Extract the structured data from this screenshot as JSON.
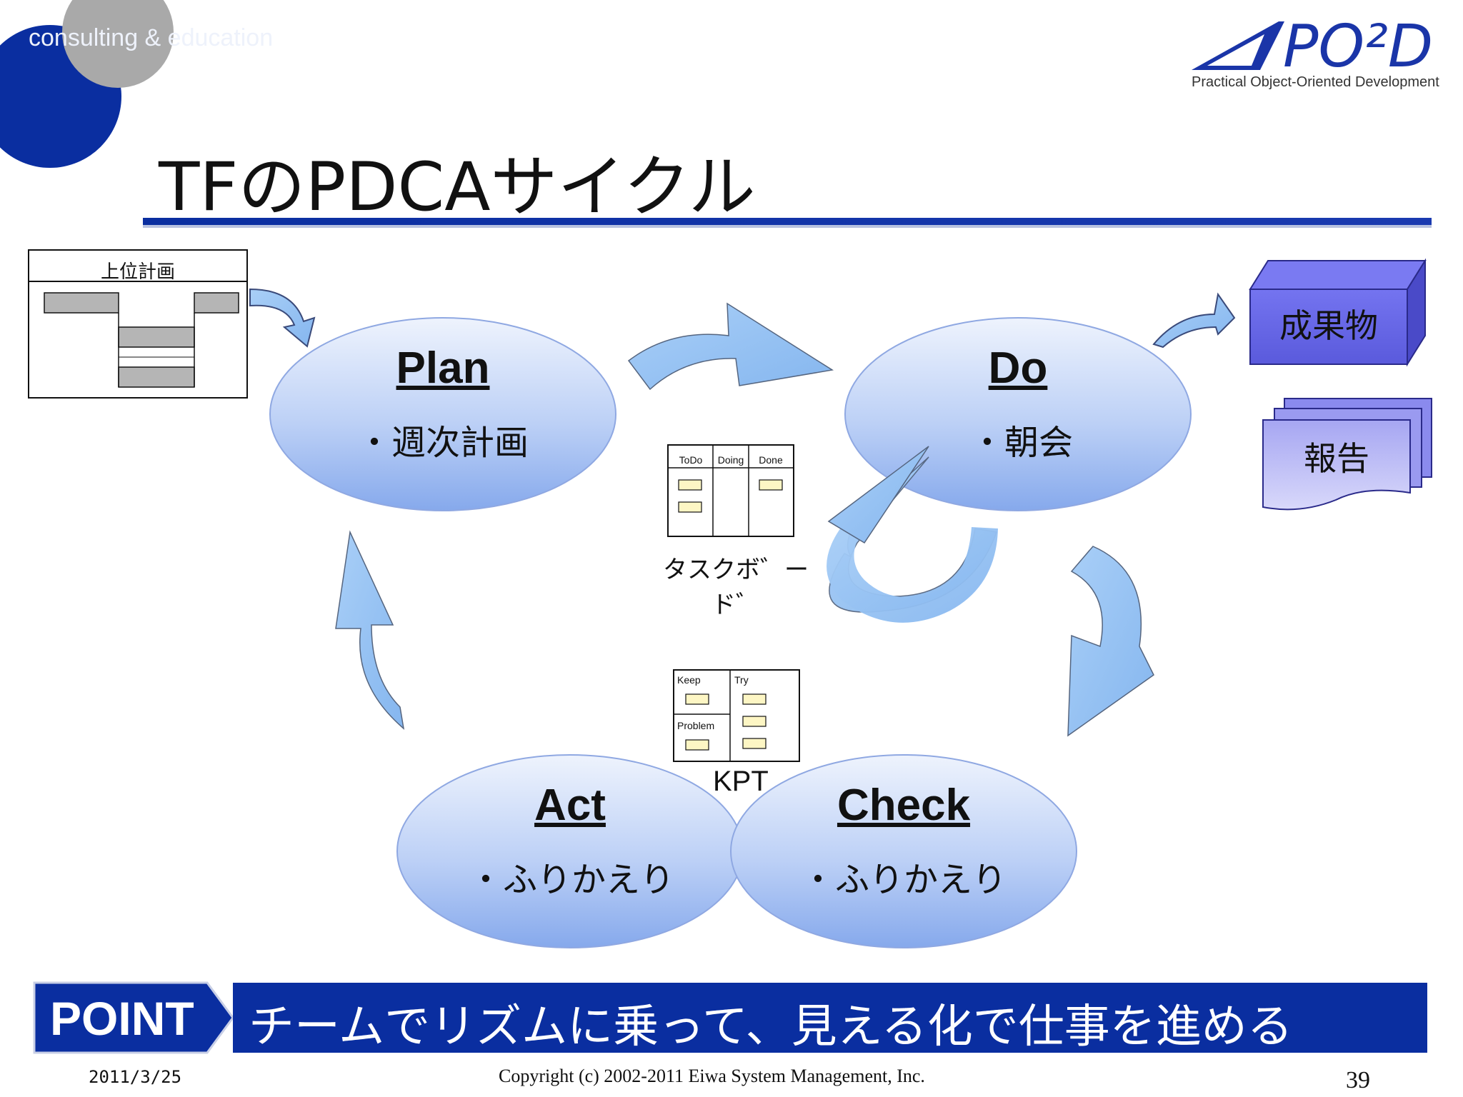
{
  "header": {
    "tagline": "consulting & education",
    "logo_text": "PO²D",
    "logo_sub": "Practical Object-Oriented Development"
  },
  "slide": {
    "title": "TFのPDCAサイクル"
  },
  "diagram": {
    "plan": {
      "label": "Plan",
      "sub": "・週次計画"
    },
    "do": {
      "label": "Do",
      "sub": "・朝会"
    },
    "check": {
      "label": "Check",
      "sub": "・ふりかえり"
    },
    "act": {
      "label": "Act",
      "sub": "・ふりかえり"
    },
    "upper_plan": {
      "label": "上位計画"
    },
    "taskboard": {
      "cols": [
        "ToDo",
        "Doing",
        "Done"
      ],
      "caption": "タスクボ゛ード゛"
    },
    "kpt": {
      "keep": "Keep",
      "problem": "Problem",
      "try": "Try",
      "caption": "KPT"
    },
    "deliverable": "成果物",
    "report": "報告"
  },
  "point": {
    "label": "POINT",
    "text": "チームでリズムに乗って、見える化で仕事を進める"
  },
  "footer": {
    "date": "2011/3/25",
    "copyright": "Copyright (c) 2002-2011 Eiwa System Management, Inc.",
    "page": "39"
  },
  "colors": {
    "brand_blue": "#0a2ea0",
    "ellipse_light": "#e6eefc",
    "ellipse_dark": "#8fb0ee",
    "arrow": "#9cc4f4",
    "box_purple": "#6a6ae8"
  }
}
